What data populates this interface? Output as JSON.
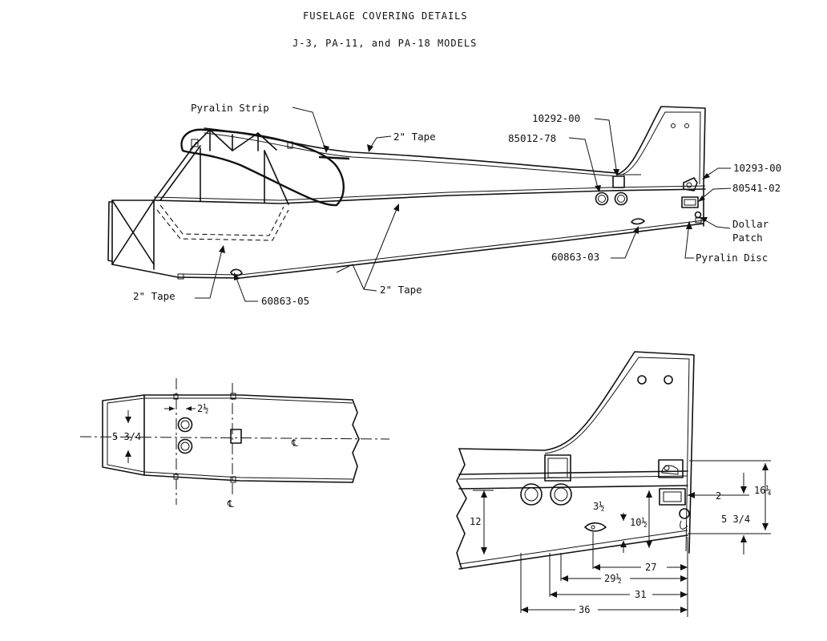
{
  "header": {
    "title": "FUSELAGE COVERING DETAILS",
    "subtitle": "J-3, PA-11, and PA-18 MODELS"
  },
  "side_view": {
    "labels": {
      "pyralin_strip": "Pyralin Strip",
      "tape_top": "2\" Tape",
      "tape_bottom_left": "2\" Tape",
      "tape_bottom_right": "2\" Tape",
      "part_10292": "10292-00",
      "part_85012": "85012-78",
      "part_10293": "10293-00",
      "part_80541": "80541-02",
      "dollar_patch_line1": "Dollar",
      "dollar_patch_line2": "Patch",
      "part_60863_03": "60863-03",
      "pyralin_disc": "Pyralin Disc",
      "part_60863_05": "60863-05"
    }
  },
  "top_view": {
    "dims": {
      "width": "5 3/4",
      "offset": "2½"
    },
    "centerline_mark": "℄"
  },
  "tail_detail": {
    "dims": {
      "d2": "2",
      "d16": "16¼",
      "d534": "5 3/4",
      "d12": "12",
      "d312": "3½",
      "d1012": "10½",
      "d27": "27",
      "d2912": "29½",
      "d31": "31",
      "d36": "36"
    }
  }
}
